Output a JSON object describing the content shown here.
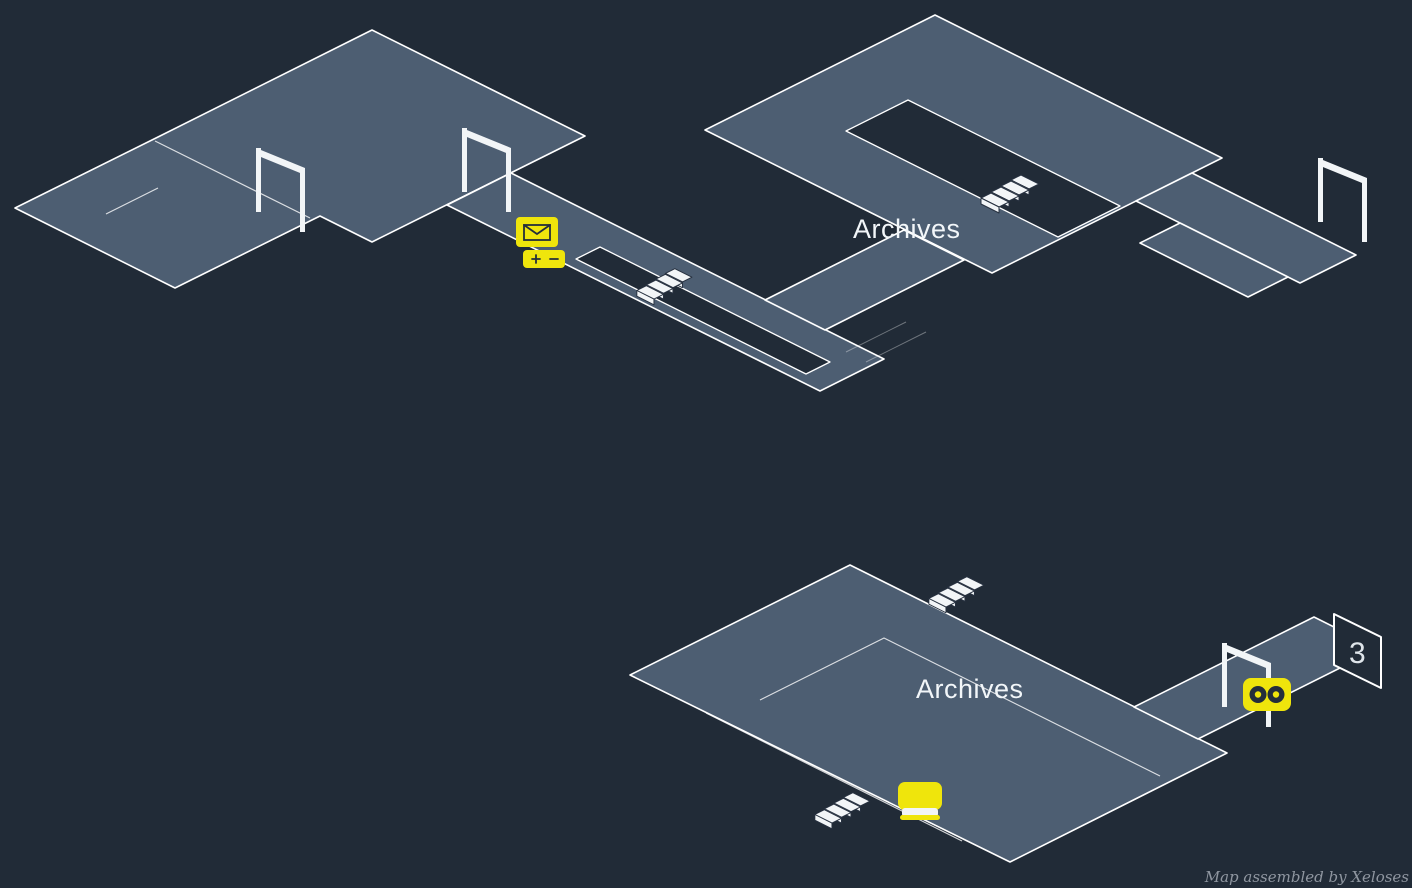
{
  "map": {
    "labels": {
      "archives_upper": "Archives",
      "archives_lower": "Archives"
    },
    "door": {
      "number": "3"
    },
    "credit": {
      "text": "Map assembled by Xeloses"
    }
  },
  "icons": {
    "mail": "mail-icon",
    "battery": "battery-icon",
    "stairs": "stairs-icon",
    "door_frame": "door-frame-icon",
    "book": "book-icon",
    "binoculars": "binoculars-icon",
    "numbered_door": "numbered-door-icon"
  },
  "colors": {
    "background": "#212b37",
    "floor": "#4d5e72",
    "outline": "#ffffff",
    "accent": "#efe50c",
    "credit": "#8f96a0"
  }
}
